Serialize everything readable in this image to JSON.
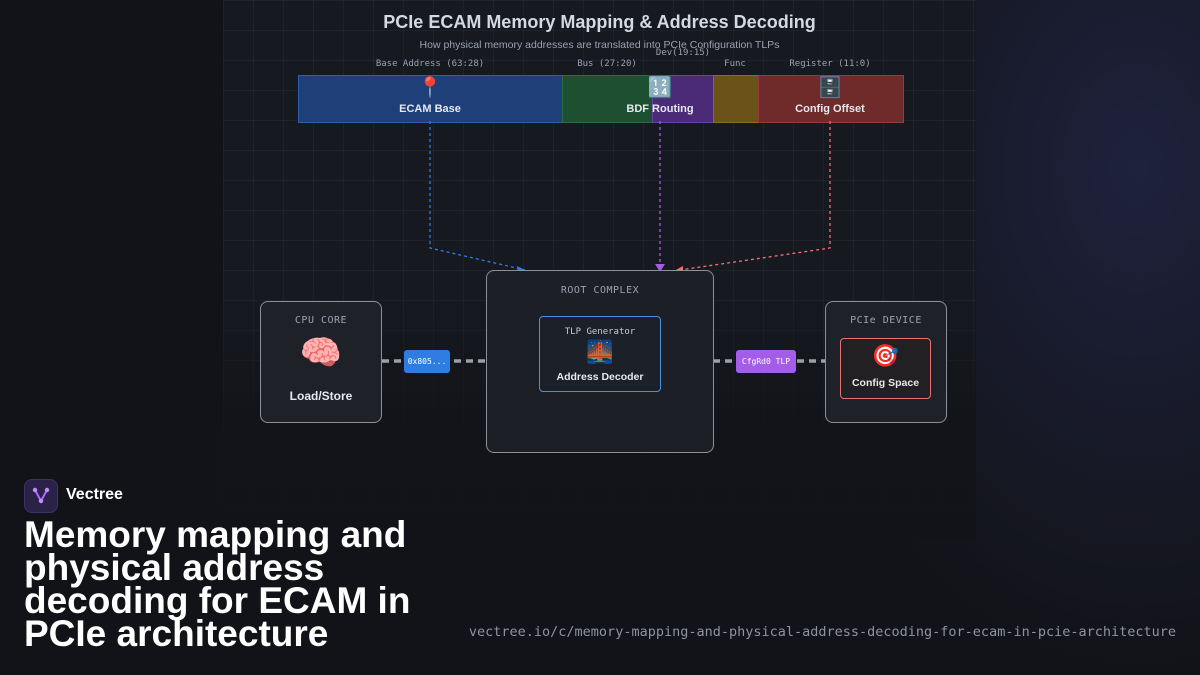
{
  "diagram": {
    "title": "PCIe ECAM Memory Mapping & Address Decoding",
    "subtitle": "How physical memory addresses are translated into PCIe Configuration TLPs",
    "address_fields": [
      {
        "label": "Base Address (63:28)"
      },
      {
        "label": "Bus (27:20)"
      },
      {
        "label": "Dev(19:15)"
      },
      {
        "label": "Func"
      },
      {
        "label": "Register (11:0)"
      }
    ],
    "segments": [
      {
        "label": "ECAM Base",
        "icon": "📍",
        "icon_name": "pin-icon",
        "color": "#1e3f78"
      },
      {
        "label": "BDF Routing",
        "icon": "🔢",
        "icon_name": "numbers-icon",
        "color": "#1d5030"
      },
      {
        "label": "",
        "color": "#4b2b78"
      },
      {
        "label": "",
        "color": "#6a5218"
      },
      {
        "label": "Config Offset",
        "icon": "🗄️",
        "icon_name": "file-cabinet-icon",
        "color": "#6f2a2a"
      }
    ],
    "cpu": {
      "header": "CPU CORE",
      "icon": "🧠",
      "icon_name": "brain-icon",
      "label": "Load/Store"
    },
    "root_complex": {
      "header": "ROOT COMPLEX",
      "inner_header": "TLP Generator",
      "icon": "🌉",
      "icon_name": "bridge-icon",
      "label": "Address Decoder"
    },
    "device": {
      "header": "PCIe DEVICE",
      "icon": "🎯",
      "icon_name": "target-icon",
      "label": "Config Space"
    },
    "cpu_to_rc_pill": "0x805...",
    "rc_to_dev_pill": "CfgRd0 TLP",
    "colors": {
      "blue": "#2f7de1",
      "purple": "#a35de8",
      "red": "#f07272"
    }
  },
  "brand": {
    "name": "Vectree"
  },
  "headline": "Memory mapping and physical address decoding for ECAM in PCIe architecture",
  "url": "vectree.io/c/memory-mapping-and-physical-address-decoding-for-ecam-in-pcie-architecture"
}
